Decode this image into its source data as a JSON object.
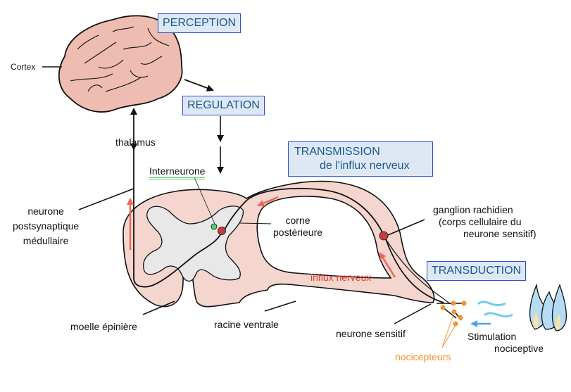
{
  "boxes": {
    "perception": "PERCEPTION",
    "regulation": "REGULATION",
    "transmission_line1": "TRANSMISSION",
    "transmission_line2": "de l'influx nerveux",
    "transduction": "TRANSDUCTION"
  },
  "labels": {
    "cortex": "Cortex",
    "thalamus": "thalamus",
    "interneurone": "Interneurone",
    "neurone_postsynaptique": [
      "neurone",
      "postsynaptique",
      "médullaire"
    ],
    "corne_posterieure": [
      "corne",
      "postérieure"
    ],
    "ganglion": [
      "ganglion rachidien",
      "(corps cellulaire du",
      "neurone sensitif)"
    ],
    "influx_nerveux": "influx nerveux",
    "moelle_epiniere": "moelle épinière",
    "racine_ventrale": "racine ventrale",
    "neurone_sensitif": "neurone sensitif",
    "nocicepteurs": "nocicepteurs",
    "stimulation": [
      "Stimulation",
      "nociceptive"
    ]
  },
  "colors": {
    "tissue": "#f4d6cf",
    "gray_matter": "#e8e8e8",
    "brain": "#eebcb0",
    "box_fill": "#dde8f4",
    "box_border": "#2a4fd8",
    "box_text": "#1c5a8c",
    "red_arrow": "#f0665a",
    "blue_arrow": "#4aa8ea",
    "orange": "#f0922f",
    "flame": "#b6dcf5"
  }
}
